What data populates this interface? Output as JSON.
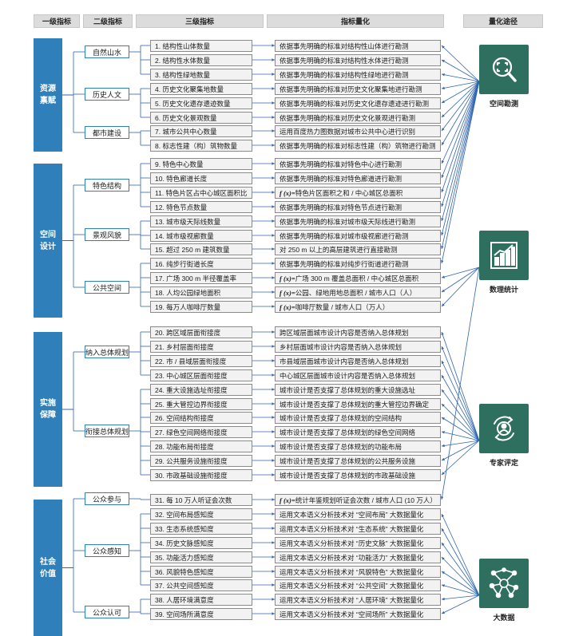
{
  "headers": [
    "一级指标",
    "二级指标",
    "三级指标",
    "指标量化",
    "量化途径"
  ],
  "level1": [
    {
      "label": "资源禀赋"
    },
    {
      "label": "空间设计"
    },
    {
      "label": "实施保障"
    },
    {
      "label": "社会价值"
    }
  ],
  "level2": [
    {
      "label": "自然山水"
    },
    {
      "label": "历史人文"
    },
    {
      "label": "都市建设"
    },
    {
      "label": "特色结构"
    },
    {
      "label": "景观风貌"
    },
    {
      "label": "公共空间"
    },
    {
      "label": "纳入总体规划"
    },
    {
      "label": "衔接总体规划"
    },
    {
      "label": "公众参与"
    },
    {
      "label": "公众感知"
    },
    {
      "label": "公众认可"
    }
  ],
  "indicators": [
    {
      "label": "1. 结构性山体数量",
      "quant": "依据事先明确的标准对结构性山体进行勘测",
      "fx": ""
    },
    {
      "label": "2. 结构性水体数量",
      "quant": "依据事先明确的标准对结构性水体进行勘测",
      "fx": ""
    },
    {
      "label": "3. 结构性绿地数量",
      "quant": "依据事先明确的标准对结构性绿地进行勘测",
      "fx": ""
    },
    {
      "label": "4. 历史文化聚集地数量",
      "quant": "依据事先明确的标准对历史文化聚集地进行勘测",
      "fx": ""
    },
    {
      "label": "5. 历史文化遗存遗迹数量",
      "quant": "依据事先明确的标准对历史文化遗存遗迹进行勘测",
      "fx": ""
    },
    {
      "label": "6. 历史文化景观数量",
      "quant": "依据事先明确的标准对历史文化景观进行勘测",
      "fx": ""
    },
    {
      "label": "7. 城市公共中心数量",
      "quant": "运用百度热力图数据对城市公共中心进行识别",
      "fx": ""
    },
    {
      "label": "8. 标志性建（构）筑物数量",
      "quant": "依据事先明确的标准对标志性建（构）筑物进行勘测",
      "fx": ""
    },
    {
      "label": "9. 特色中心数量",
      "quant": "依据事先明确的标准对特色中心进行勘测",
      "fx": ""
    },
    {
      "label": "10. 特色廊道长度",
      "quant": "依据事先明确的标准对特色廊道进行勘测",
      "fx": ""
    },
    {
      "label": "11. 特色片区占中心城区面积比",
      "quant": "特色片区面积之和 / 中心城区总面积",
      "fx": "f (x)="
    },
    {
      "label": "12. 特色节点数量",
      "quant": "依据事先明确的标准对特色节点进行勘测",
      "fx": ""
    },
    {
      "label": "13. 城市级天际线数量",
      "quant": "依据事先明确的标准对城市级天际线进行勘测",
      "fx": ""
    },
    {
      "label": "14. 城市级视廊数量",
      "quant": "依据事先明确的标准对城市级视廊进行勘测",
      "fx": ""
    },
    {
      "label": "15. 超过 250 m 建筑数量",
      "quant": "对 250 m 以上的高层建筑进行直接勘测",
      "fx": ""
    },
    {
      "label": "16. 纯步行街道长度",
      "quant": "依据事先明确的标准对纯步行街道进行勘测",
      "fx": ""
    },
    {
      "label": "17. 广场 300 m 半径覆盖率",
      "quant": "广场 300 m 覆盖总面积 / 中心城区总面积",
      "fx": "f (x)="
    },
    {
      "label": "18. 人均公园绿地面积",
      "quant": "公园、绿地用地总面积 / 城市人口（人）",
      "fx": "f (x)="
    },
    {
      "label": "19. 每万人咖啡厅数量",
      "quant": "咖啡厅数量 / 城市人口（万人）",
      "fx": "f (x)="
    },
    {
      "label": "20. 跨区域层面衔接度",
      "quant": "跨区域层面城市设计内容是否纳入总体规划",
      "fx": ""
    },
    {
      "label": "21. 乡村层面衔接度",
      "quant": "乡村层面城市设计内容是否纳入总体规划",
      "fx": ""
    },
    {
      "label": "22. 市 / 县域层面衔接度",
      "quant": "市县域层面城市设计内容是否纳入总体规划",
      "fx": ""
    },
    {
      "label": "23. 中心城区层面衔接度",
      "quant": "中心城区层面城市设计内容是否纳入总体规划",
      "fx": ""
    },
    {
      "label": "24. 重大设施选址衔接度",
      "quant": "城市设计是否支撑了总体规划的重大设施选址",
      "fx": ""
    },
    {
      "label": "25. 重大管控边界衔接度",
      "quant": "城市设计是否支撑了总体规划的重大管控边界确定",
      "fx": ""
    },
    {
      "label": "26. 空间结构衔接度",
      "quant": "城市设计是否支撑了总体规划的空间结构",
      "fx": ""
    },
    {
      "label": "27. 绿色空间网络衔接度",
      "quant": "城市设计是否支撑了总体规划的绿色空间网络",
      "fx": ""
    },
    {
      "label": "28. 功能布局衔接度",
      "quant": "城市设计是否支撑了总体规划的功能布局",
      "fx": ""
    },
    {
      "label": "29. 公共服务设施衔接度",
      "quant": "城市设计是否支撑了总体规划的公共服务设施",
      "fx": ""
    },
    {
      "label": "30. 市政基础设施衔接度",
      "quant": "城市设计是否支撑了总体规划的市政基础设施",
      "fx": ""
    },
    {
      "label": "31. 每 10 万人听证会次数",
      "quant": "统计年鉴规划听证会次数 / 城市人口 (10 万人）",
      "fx": "f (x)="
    },
    {
      "label": "32. 空间布局感知度",
      "quant": "运用文本语义分析技术对 “空间布局” 大数据量化",
      "fx": ""
    },
    {
      "label": "33. 生态系统感知度",
      "quant": "运用文本语义分析技术对 “生态系统” 大数据量化",
      "fx": ""
    },
    {
      "label": "34. 历史文脉感知度",
      "quant": "运用文本语义分析技术对 “历史文脉” 大数据量化",
      "fx": ""
    },
    {
      "label": "35. 功能活力感知度",
      "quant": "运用文本语义分析技术对 “功能活力” 大数据量化",
      "fx": ""
    },
    {
      "label": "36. 风貌特色感知度",
      "quant": "运用文本语义分析技术对 “风貌特色” 大数据量化",
      "fx": ""
    },
    {
      "label": "37. 公共空间感知度",
      "quant": "运用文本语义分析技术对 “公共空间” 大数据量化",
      "fx": ""
    },
    {
      "label": "38. 人居环境满意度",
      "quant": "运用文本语义分析技术对 “人居环境” 大数据量化",
      "fx": ""
    },
    {
      "label": "39. 空间场所满意度",
      "quant": "运用文本语义分析技术对 “空间场所” 大数据量化",
      "fx": ""
    }
  ],
  "methods": [
    {
      "label": "空间勘测",
      "icon": "magnifier-scan-icon"
    },
    {
      "label": "数理统计",
      "icon": "bar-chart-icon"
    },
    {
      "label": "专家评定",
      "icon": "expert-cycle-icon"
    },
    {
      "label": "大数据",
      "icon": "network-brain-icon"
    }
  ],
  "colors": {
    "level1": "#2f7fba",
    "method": "#2e6f5f",
    "wire": "#2f64b0",
    "header": "#dcdcdc"
  }
}
